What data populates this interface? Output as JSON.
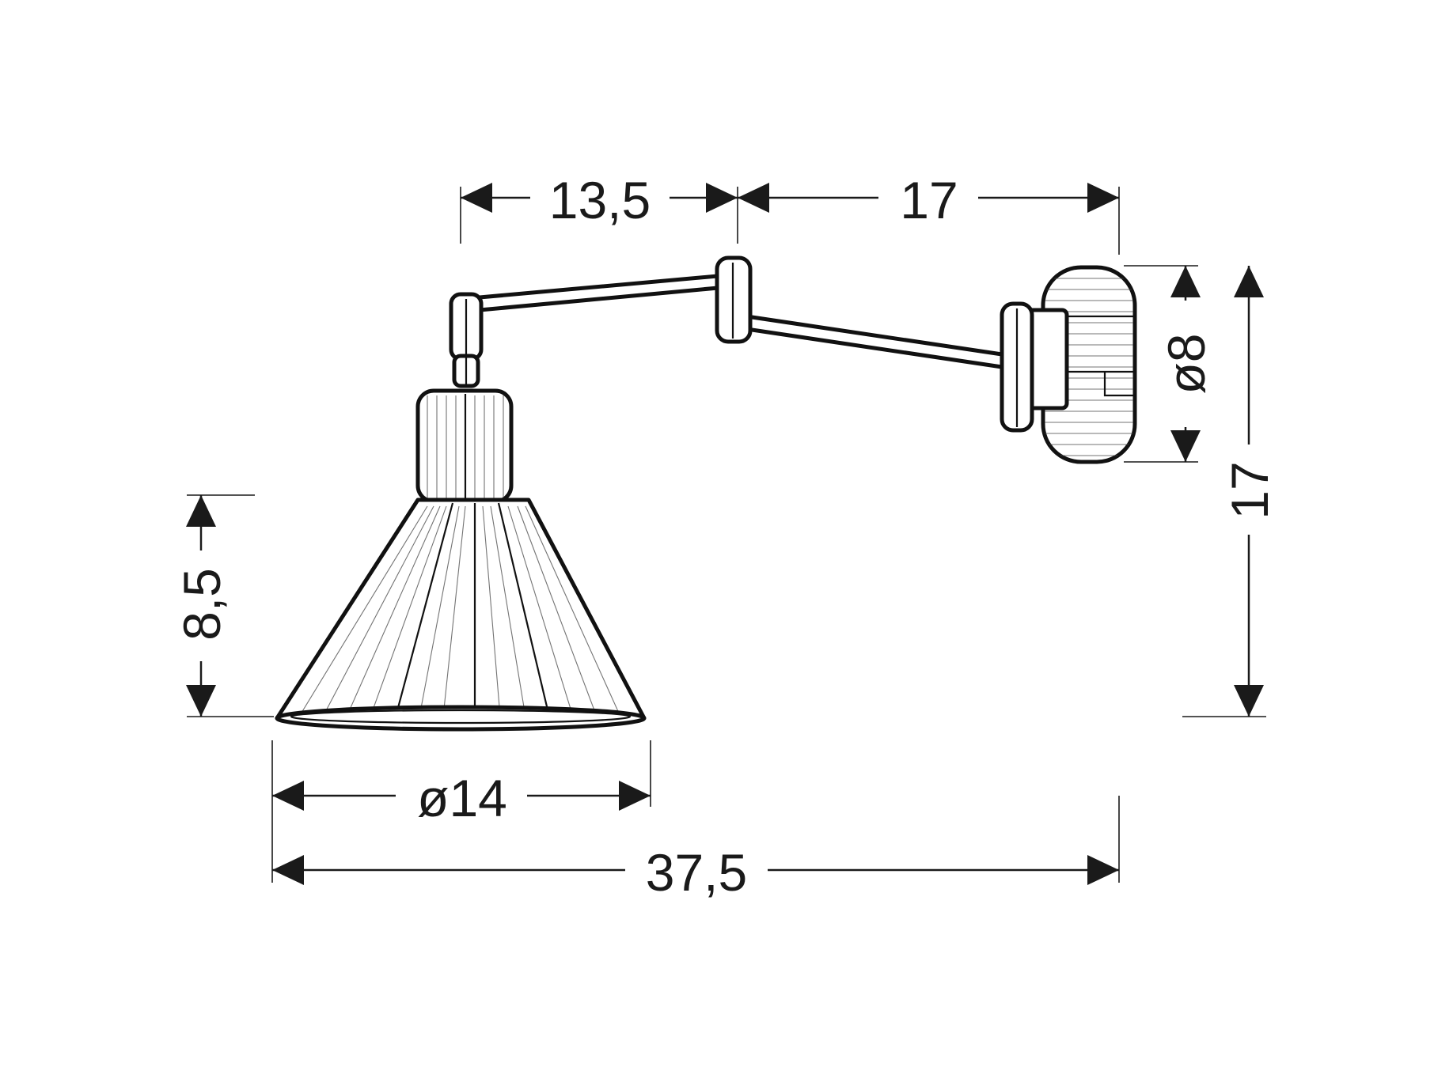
{
  "drawing": {
    "subject": "wall-lamp",
    "colors": {
      "line": "#1a1a1a",
      "background": "#ffffff"
    },
    "dimensions": {
      "arm_segment_1": "13,5",
      "arm_segment_2": "17",
      "wall_plate_diameter": "ø8",
      "total_height": "17",
      "shade_height": "8,5",
      "shade_diameter": "ø14",
      "total_width": "37,5"
    }
  }
}
